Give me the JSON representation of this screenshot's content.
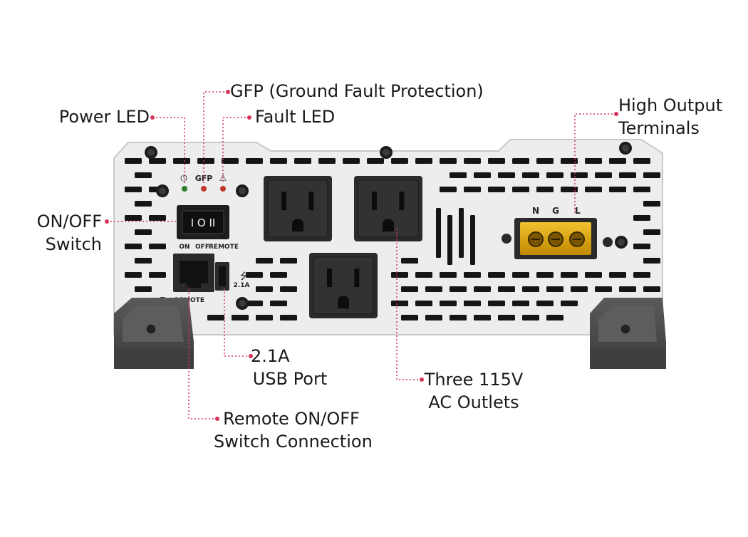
{
  "callouts": {
    "power_led": "Power LED",
    "gfp": "GFP (Ground Fault Protection)",
    "fault_led": "Fault LED",
    "high_output": [
      "High Output",
      "Terminals"
    ],
    "on_off_switch": [
      "ON/OFF",
      "Switch"
    ],
    "usb_port": [
      "2.1A",
      "USB Port"
    ],
    "ac_outlets": [
      "Three 115V",
      "AC Outlets"
    ],
    "remote_connection": [
      "Remote ON/OFF",
      "Switch Connection"
    ]
  },
  "panel_labels": {
    "gfp": "GFP",
    "switch_on": "ON",
    "switch_off": "OFF",
    "switch_remote": "REMOTE",
    "remote_port": "REMOTE",
    "usb_rating": "2.1A",
    "terminal_n": "N",
    "terminal_g": "G",
    "terminal_l": "L"
  },
  "colors": {
    "callout_line": "#d6335a",
    "panel": "#ededed",
    "outlet": "#2b2b2b",
    "terminal": "#e0a100",
    "foot": "#4a4a4a"
  }
}
